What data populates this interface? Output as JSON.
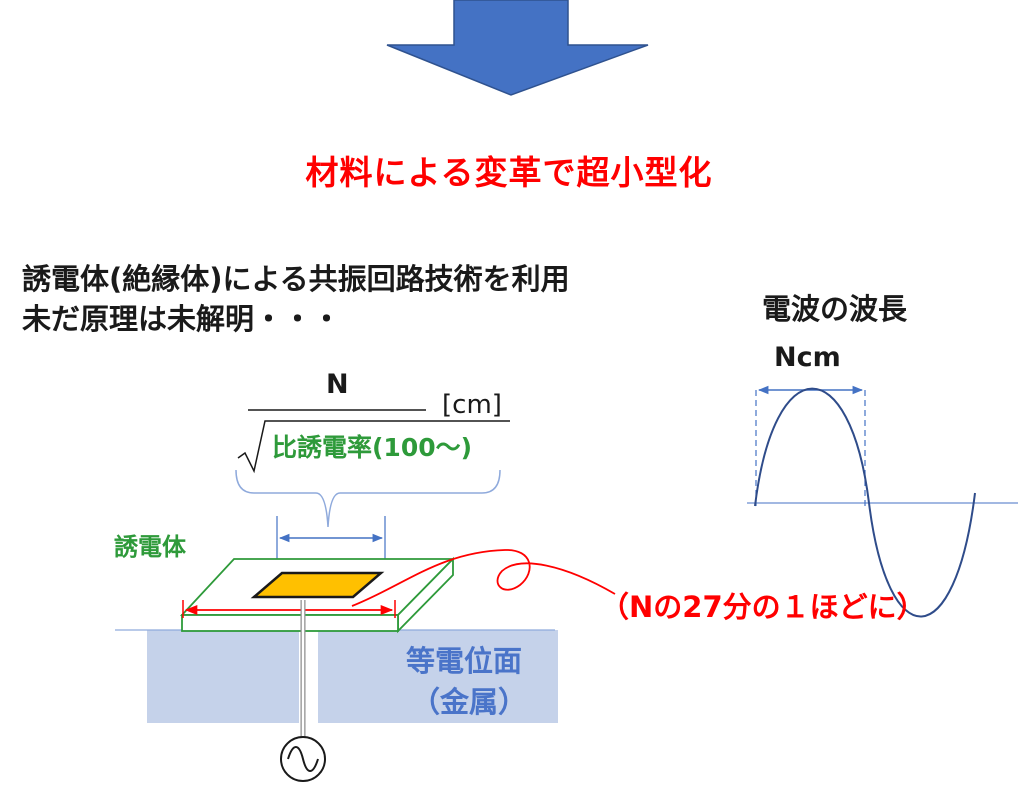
{
  "headline": "材料による変革で超小型化",
  "description": [
    "誘電体(絶縁体)による共振回路技術を利用",
    "未だ原理は未解明・・・"
  ],
  "wave": {
    "title": "電波の波長",
    "length_label": "Ncm"
  },
  "formula": {
    "numerator": "N",
    "unit": "[cm]",
    "denominator": "比誘電率(100〜)"
  },
  "dielectric_label": "誘電体",
  "size_note": "（Nの27分の１ほどに）",
  "ground_plane": {
    "line1": "等電位面",
    "line2": "（金属）"
  },
  "colors": {
    "arrow": "#4472c4",
    "emphasis_red": "#ff0000",
    "dielectric_green": "#2e9a3a",
    "ground_blue": "#4a74c9",
    "ground_fill": "#c5d2ea",
    "patch_gold": "#ffc000"
  },
  "icons": {
    "source": "ac-source-icon"
  }
}
